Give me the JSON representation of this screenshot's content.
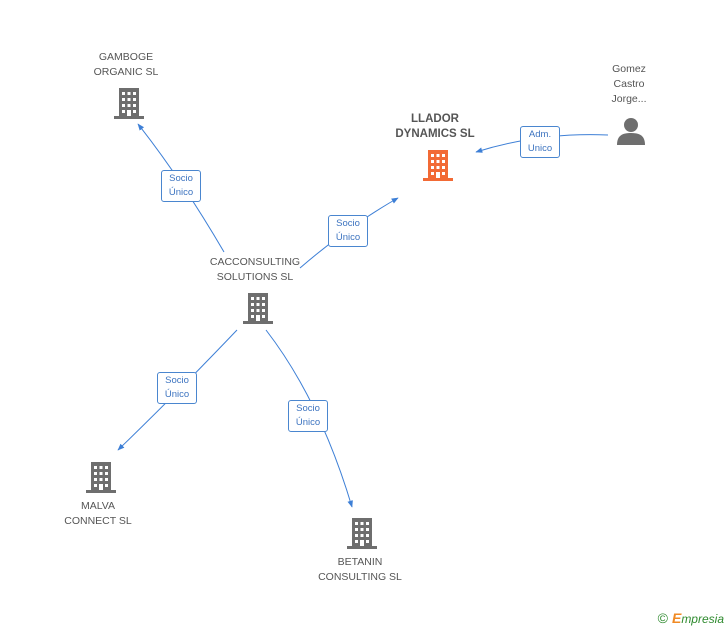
{
  "colors": {
    "edge": "#3d7fd6",
    "building_default": "#6e6e6e",
    "building_highlight": "#f26a35",
    "person": "#6e6e6e"
  },
  "nodes": {
    "gamboge": {
      "label": "GAMBOGE\nORGANIC SL",
      "icon": "building-icon"
    },
    "llador": {
      "label": "LLADOR\nDYNAMICS SL",
      "icon": "building-icon"
    },
    "gomez": {
      "label": "Gomez\nCastro\nJorge...",
      "icon": "person-icon"
    },
    "cacconsulting": {
      "label": "CACCONSULTING\nSOLUTIONS  SL",
      "icon": "building-icon"
    },
    "malva": {
      "label": "MALVA\nCONNECT SL",
      "icon": "building-icon"
    },
    "betanin": {
      "label": "BETANIN\nCONSULTING SL",
      "icon": "building-icon"
    }
  },
  "edges": {
    "to_gamboge": {
      "line1": "Socio",
      "line2": "Único"
    },
    "to_llador": {
      "line1": "Socio",
      "line2": "Único"
    },
    "gomez_to_llador": {
      "line1": "Adm.",
      "line2": "Unico"
    },
    "to_malva": {
      "line1": "Socio",
      "line2": "Único"
    },
    "to_betanin": {
      "line1": "Socio",
      "line2": "Único"
    }
  },
  "footer": {
    "copyright": "©",
    "brand_initial": "E",
    "brand_rest": "mpresia"
  }
}
